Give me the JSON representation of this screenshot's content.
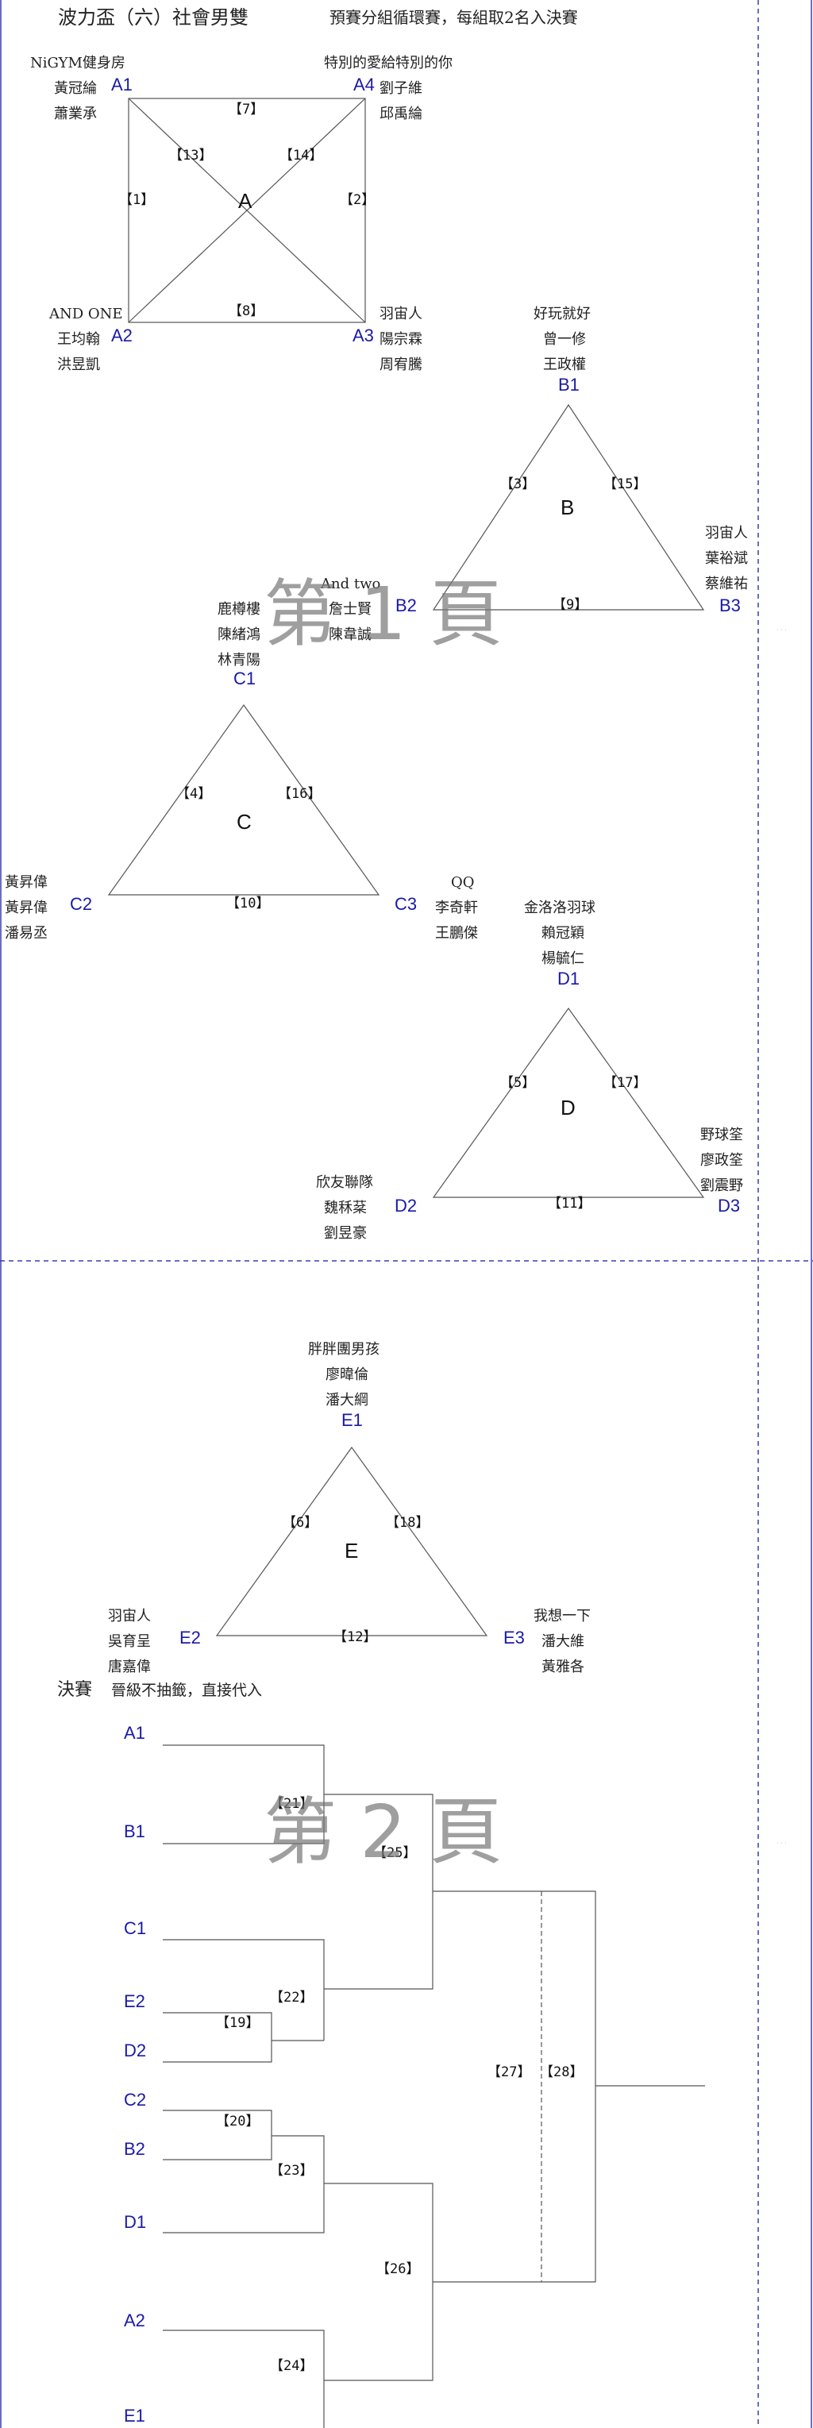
{
  "header": {
    "title": "波力盃（六）社會男雙",
    "subtitle": "預賽分組循環賽，每組取2名入決賽"
  },
  "colors": {
    "border": "#3b3bb0",
    "position_label": "#1a1aa6",
    "lines": "#555555"
  },
  "groups": {
    "A": {
      "label": "A",
      "teams": {
        "A1": {
          "pos": "A1",
          "name": "NiGYM健身房",
          "players": [
            "黃冠綸",
            "蕭業承"
          ]
        },
        "A2": {
          "pos": "A2",
          "name": "AND ONE",
          "players": [
            "王均翰",
            "洪昱凱"
          ]
        },
        "A3": {
          "pos": "A3",
          "name": "羽宙人",
          "players": [
            "陽宗霖",
            "周宥騰"
          ]
        },
        "A4": {
          "pos": "A4",
          "name": "特別的愛給特別的你",
          "players": [
            "劉子維",
            "邱禹綸"
          ]
        }
      },
      "matches": {
        "m1": "【1】",
        "m2": "【2】",
        "m7": "【7】",
        "m8": "【8】",
        "m13": "【13】",
        "m14": "【14】"
      }
    },
    "B": {
      "label": "B",
      "teams": {
        "B1": {
          "pos": "B1",
          "name": "好玩就好",
          "players": [
            "曾一修",
            "王政權"
          ]
        },
        "B2": {
          "pos": "B2",
          "name": "And two",
          "players": [
            "詹士賢",
            "陳韋誠"
          ]
        },
        "B3": {
          "pos": "B3",
          "name": "羽宙人",
          "players": [
            "葉裕斌",
            "蔡維祐"
          ]
        }
      },
      "matches": {
        "m3": "【3】",
        "m15": "【15】",
        "m9": "【9】"
      }
    },
    "C": {
      "label": "C",
      "teams": {
        "C1": {
          "pos": "C1",
          "name": "鹿樽樓",
          "players": [
            "陳緒鴻",
            "林青陽"
          ]
        },
        "C2": {
          "pos": "C2",
          "name": "黃昇偉",
          "players": [
            "黃昇偉",
            "潘易丞"
          ]
        },
        "C3": {
          "pos": "C3",
          "name": "QQ",
          "players": [
            "李奇軒",
            "王鵬傑"
          ]
        }
      },
      "matches": {
        "m4": "【4】",
        "m16": "【16】",
        "m10": "【10】"
      }
    },
    "D": {
      "label": "D",
      "teams": {
        "D1": {
          "pos": "D1",
          "name": "金洛洛羽球",
          "players": [
            "賴冠穎",
            "楊毓仁"
          ]
        },
        "D2": {
          "pos": "D2",
          "name": "欣友聯隊",
          "players": [
            "魏秝棻",
            "劉昱豪"
          ]
        },
        "D3": {
          "pos": "D3",
          "name": "野球筌",
          "players": [
            "廖政筌",
            "劉震野"
          ]
        }
      },
      "matches": {
        "m5": "【5】",
        "m17": "【17】",
        "m11": "【11】"
      }
    },
    "E": {
      "label": "E",
      "teams": {
        "E1": {
          "pos": "E1",
          "name": "胖胖團男孩",
          "players": [
            "廖暐倫",
            "潘大綱"
          ]
        },
        "E2": {
          "pos": "E2",
          "name": "羽宙人",
          "players": [
            "吳育呈",
            "唐嘉偉"
          ]
        },
        "E3": {
          "pos": "E3",
          "name": "我想一下",
          "players": [
            "潘大維",
            "黃雅各"
          ]
        }
      },
      "matches": {
        "m6": "【6】",
        "m18": "【18】",
        "m12": "【12】"
      }
    }
  },
  "watermarks": {
    "page1": "第 1 頁",
    "page2": "第 2 頁"
  },
  "finals": {
    "heading": "決賽",
    "note": "晉級不抽籤，直接代入",
    "slots": [
      "A1",
      "B1",
      "C1",
      "E2",
      "D2",
      "C2",
      "B2",
      "D1",
      "A2",
      "E1"
    ],
    "matches": {
      "m19": "【19】",
      "m20": "【20】",
      "m21": "【21】",
      "m22": "【22】",
      "m23": "【23】",
      "m24": "【24】",
      "m25": "【25】",
      "m26": "【26】",
      "m27": "【27】",
      "m28": "【28】"
    }
  },
  "side_marks": {
    "upper": "· · ·",
    "lower": "· · ·"
  }
}
